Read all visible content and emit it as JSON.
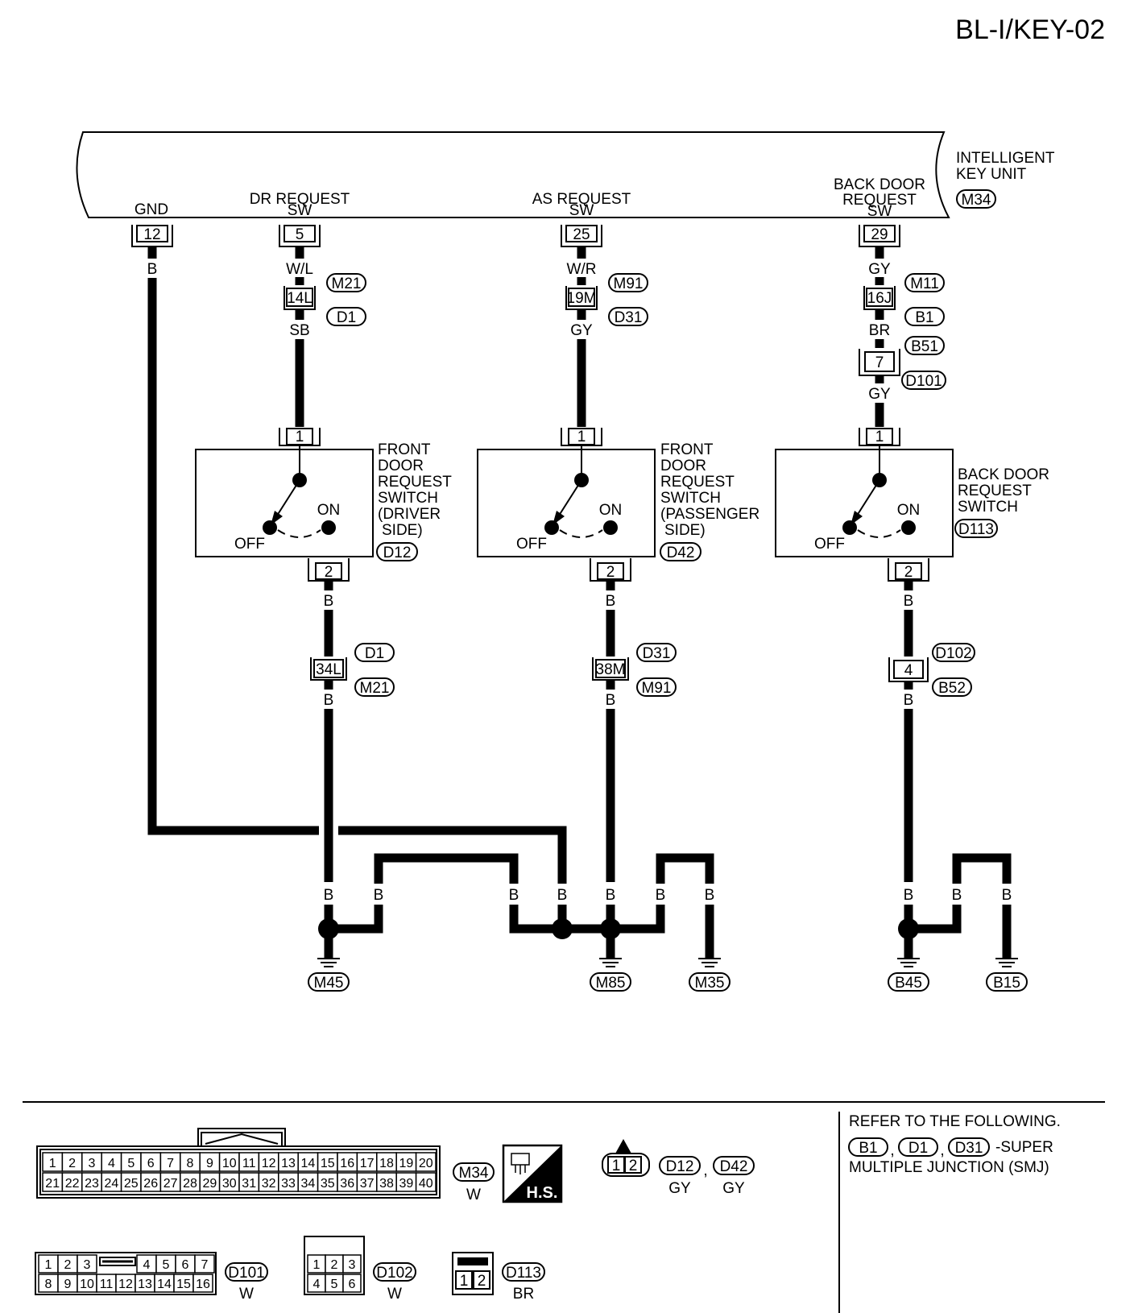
{
  "title": "BL-I/KEY-02",
  "unit": {
    "name_lines": [
      "INTELLIGENT",
      "KEY UNIT"
    ],
    "connector": "M34",
    "terminals": [
      {
        "id": "gnd",
        "label_lines": [
          "GND"
        ],
        "pin": "12",
        "wire": "B"
      },
      {
        "id": "dr",
        "label_lines": [
          "DR REQUEST",
          "SW"
        ],
        "pin": "5",
        "wire": "W/L"
      },
      {
        "id": "as",
        "label_lines": [
          "AS REQUEST",
          "SW"
        ],
        "pin": "25",
        "wire": "W/R"
      },
      {
        "id": "bd",
        "label_lines": [
          "BACK DOOR",
          "REQUEST",
          "SW"
        ],
        "pin": "29",
        "wire": "GY"
      }
    ]
  },
  "branches": [
    {
      "id": "dr",
      "upper_joints": [
        {
          "pin": "14L",
          "tags": [
            "M21",
            "D1"
          ],
          "wire_below": "SB"
        }
      ],
      "switch": {
        "name_lines": [
          "FRONT",
          "DOOR",
          "REQUEST",
          "SWITCH",
          "(DRIVER",
          "SIDE)"
        ],
        "connector": "D12",
        "pin_top": "1",
        "pin_bottom": "2",
        "off": "OFF",
        "on": "ON"
      },
      "wire_after_switch": "B",
      "lower_joint": {
        "pin": "34L",
        "tags": [
          "D1",
          "M21"
        ],
        "wire_below": "B"
      }
    },
    {
      "id": "as",
      "upper_joints": [
        {
          "pin": "19M",
          "tags": [
            "M91",
            "D31"
          ],
          "wire_below": "GY"
        }
      ],
      "switch": {
        "name_lines": [
          "FRONT",
          "DOOR",
          "REQUEST",
          "SWITCH",
          "(PASSENGER",
          "SIDE)"
        ],
        "connector": "D42",
        "pin_top": "1",
        "pin_bottom": "2",
        "off": "OFF",
        "on": "ON"
      },
      "wire_after_switch": "B",
      "lower_joint": {
        "pin": "38M",
        "tags": [
          "D31",
          "M91"
        ],
        "wire_below": "B"
      }
    },
    {
      "id": "bd",
      "upper_joints": [
        {
          "pin": "16J",
          "tags": [
            "M11",
            "B1"
          ],
          "wire_below": "BR"
        },
        {
          "pin": "7",
          "tags": [
            "B51",
            "D101"
          ],
          "wire_below": "GY"
        }
      ],
      "switch": {
        "name_lines": [
          "BACK DOOR",
          "REQUEST",
          "SWITCH"
        ],
        "connector": "D113",
        "pin_top": "1",
        "pin_bottom": "2",
        "off": "OFF",
        "on": "ON"
      },
      "wire_after_switch": "B",
      "lower_joint": {
        "pin": "4",
        "tags": [
          "D102",
          "B52"
        ],
        "wire_below": "B"
      }
    }
  ],
  "ground_wire": "B",
  "grounds": [
    "M45",
    "M85",
    "M35",
    "B45",
    "B15"
  ],
  "footer": {
    "m34": {
      "row1": [
        "1",
        "2",
        "3",
        "4",
        "5",
        "6",
        "7",
        "8",
        "9",
        "10",
        "11",
        "12",
        "13",
        "14",
        "15",
        "16",
        "17",
        "18",
        "19",
        "20"
      ],
      "row2": [
        "21",
        "22",
        "23",
        "24",
        "25",
        "26",
        "27",
        "28",
        "29",
        "30",
        "31",
        "32",
        "33",
        "34",
        "35",
        "36",
        "37",
        "38",
        "39",
        "40"
      ],
      "tag": "M34",
      "color": "W"
    },
    "hs_label": "H.S.",
    "d12_d42": {
      "pins": [
        "1",
        "2"
      ],
      "tags": [
        "D12",
        "D42"
      ],
      "colors": [
        "GY",
        "GY"
      ],
      "separator": ","
    },
    "d101": {
      "row1_left": [
        "1",
        "2",
        "3"
      ],
      "row1_right": [
        "4",
        "5",
        "6",
        "7"
      ],
      "row2": [
        "8",
        "9",
        "10",
        "11",
        "12",
        "13",
        "14",
        "15",
        "16"
      ],
      "tag": "D101",
      "color": "W"
    },
    "d102": {
      "row1": [
        "1",
        "2",
        "3"
      ],
      "row2": [
        "4",
        "5",
        "6"
      ],
      "tag": "D102",
      "color": "W"
    },
    "d113": {
      "pins": [
        "1",
        "2"
      ],
      "tag": "D113",
      "color": "BR"
    },
    "refer": {
      "line1": "REFER TO THE FOLLOWING.",
      "tags": [
        "B1",
        "D1",
        "D31"
      ],
      "separator": ",",
      "suffix": "-SUPER",
      "line3": "MULTIPLE JUNCTION (SMJ)"
    }
  }
}
